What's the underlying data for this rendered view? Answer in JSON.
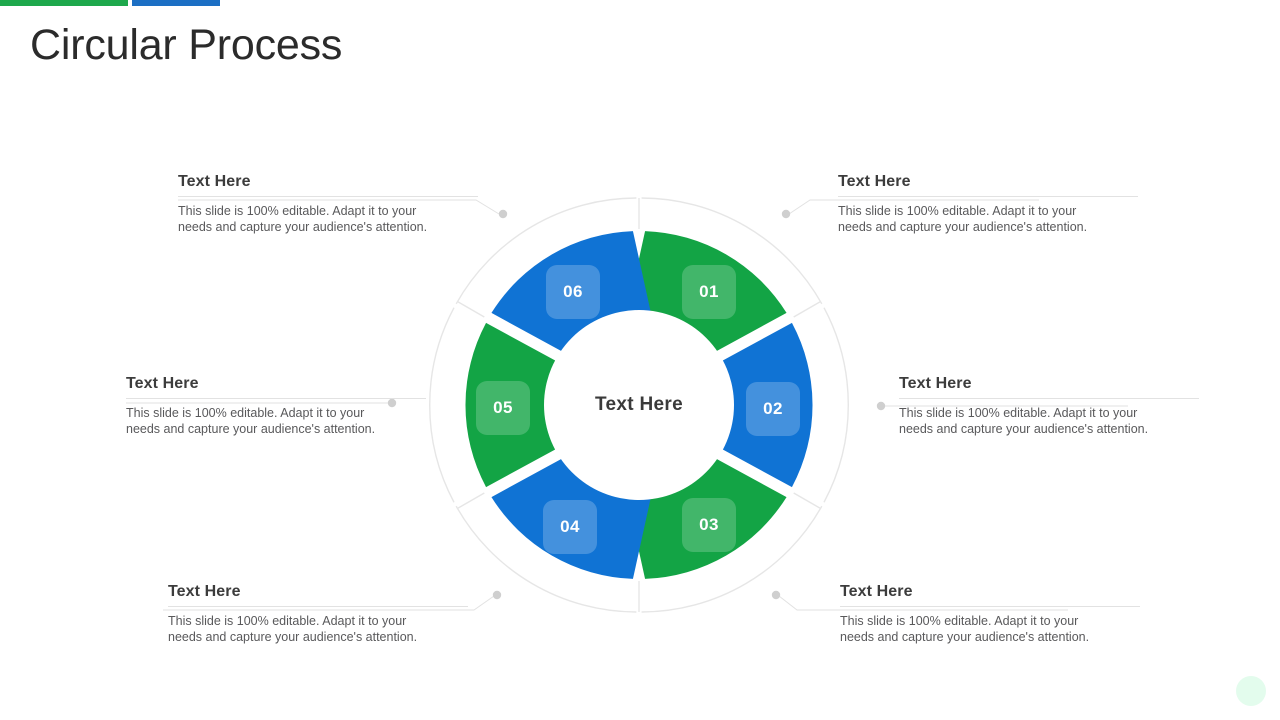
{
  "slide": {
    "title": "Circular Process",
    "accent_green": "#1EA84C",
    "accent_blue": "#1C6FC4"
  },
  "wheel": {
    "center_label": "Text Here",
    "green": "#13A445",
    "blue": "#1073D4",
    "ring_color": "#e8e8e8",
    "segments": [
      {
        "number": "01",
        "color_name": "green"
      },
      {
        "number": "02",
        "color_name": "blue"
      },
      {
        "number": "03",
        "color_name": "green"
      },
      {
        "number": "04",
        "color_name": "blue"
      },
      {
        "number": "05",
        "color_name": "green"
      },
      {
        "number": "06",
        "color_name": "blue"
      }
    ]
  },
  "callouts": [
    {
      "id": "callout-top-left",
      "title": "Text Here",
      "body": "This slide is 100% editable. Adapt it to your\nneeds and capture your audience's attention."
    },
    {
      "id": "callout-top-right",
      "title": "Text Here",
      "body": "This slide is 100% editable. Adapt it to your\nneeds and capture your audience's attention."
    },
    {
      "id": "callout-mid-left",
      "title": "Text Here",
      "body": "This slide is 100% editable. Adapt it to your\nneeds and capture your audience's attention."
    },
    {
      "id": "callout-mid-right",
      "title": "Text Here",
      "body": "This slide is 100% editable. Adapt it to your\nneeds and capture your audience's attention."
    },
    {
      "id": "callout-bottom-left",
      "title": "Text Here",
      "body": "This slide is 100% editable. Adapt it to your\nneeds and capture your audience's attention."
    },
    {
      "id": "callout-bottom-right",
      "title": "Text Here",
      "body": "This slide is 100% editable. Adapt it to your\nneeds and capture your audience's attention."
    }
  ]
}
